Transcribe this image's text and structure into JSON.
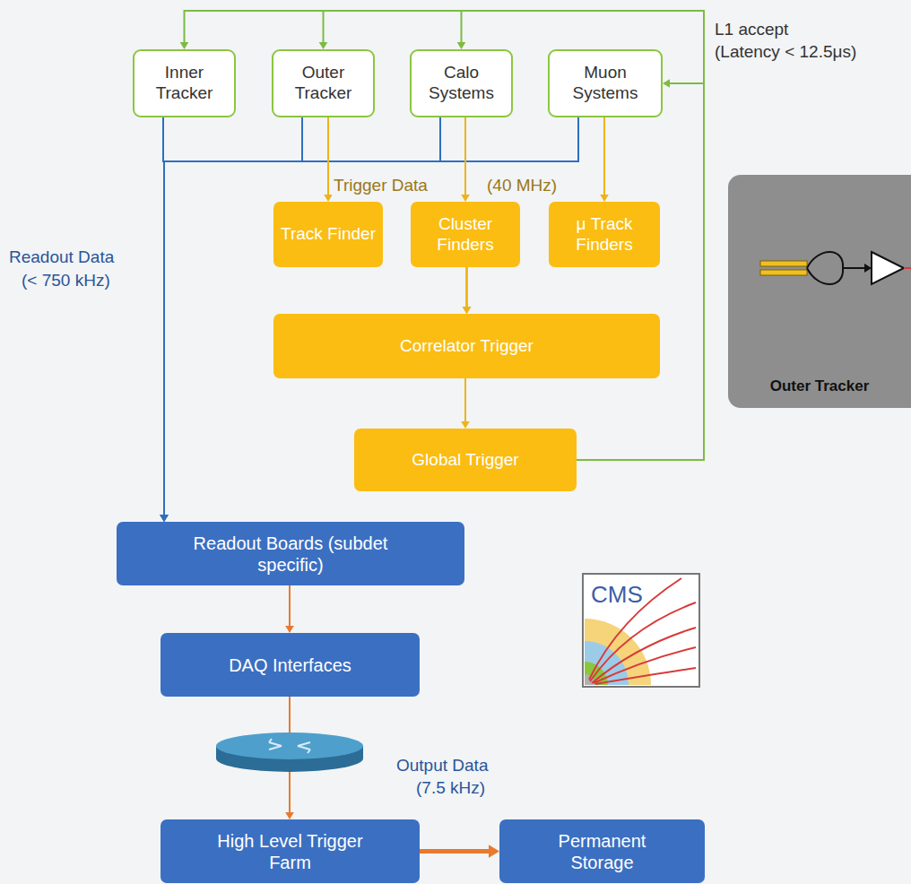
{
  "diagram": {
    "nodes": [
      {
        "text": [
          "Inner Tracker"
        ]
      },
      {
        "text": [
          "Outer Tracker"
        ]
      },
      {
        "text": [
          "Calo Systems"
        ]
      },
      {
        "text": [
          "Muon Systems"
        ]
      },
      {
        "text": [
          "Track Finder"
        ]
      },
      {
        "text": [
          "Cluster Finders"
        ]
      },
      {
        "text": [
          "μ Track Finders"
        ]
      },
      {
        "text": [
          "Correlator Trigger"
        ]
      },
      {
        "text": [
          "Global Trigger"
        ]
      },
      {
        "text": [
          "Readout Boards (subdet specific)"
        ]
      },
      {
        "text": [
          "DAQ Interfaces"
        ]
      },
      {
        "text": [
          "High Level Trigger Farm"
        ]
      },
      {
        "text": [
          "Permanent Storage"
        ]
      },
      {
        "text": [
          "Outer Tracker"
        ]
      }
    ],
    "edges": [
      {
        "from": 8,
        "to": 0,
        "arrow": "to"
      },
      {
        "from": 8,
        "to": 1,
        "arrow": "to"
      },
      {
        "from": 8,
        "to": 2,
        "arrow": "to"
      },
      {
        "from": 8,
        "to": 3,
        "arrow": "to"
      },
      {
        "from": 0,
        "to": 9,
        "arrow": "to"
      },
      {
        "from": 1,
        "to": 9,
        "arrow": "to"
      },
      {
        "from": 2,
        "to": 9,
        "arrow": "to"
      },
      {
        "from": 3,
        "to": 9,
        "arrow": "to"
      },
      {
        "from": 1,
        "to": 4,
        "arrow": "to"
      },
      {
        "from": 2,
        "to": 5,
        "arrow": "to"
      },
      {
        "from": 3,
        "to": 6,
        "arrow": "to"
      },
      {
        "from": 4,
        "to": 7,
        "arrow": "to"
      },
      {
        "from": 5,
        "to": 7,
        "arrow": "to"
      },
      {
        "from": 6,
        "to": 7,
        "arrow": "to"
      },
      {
        "from": 7,
        "to": 8,
        "arrow": "to"
      },
      {
        "from": 9,
        "to": 10,
        "arrow": "to"
      },
      {
        "from": 10,
        "to": 11,
        "arrow": "to"
      },
      {
        "from": 11,
        "to": 12,
        "arrow": "to"
      }
    ],
    "labels": [
      "L1 accept",
      "(Latency < 12.5μs)",
      "Trigger Data",
      "(40 MHz)",
      "Readout Data",
      "(< 750 kHz)",
      "Output Data",
      "(7.5 kHz)",
      "CMS"
    ]
  }
}
